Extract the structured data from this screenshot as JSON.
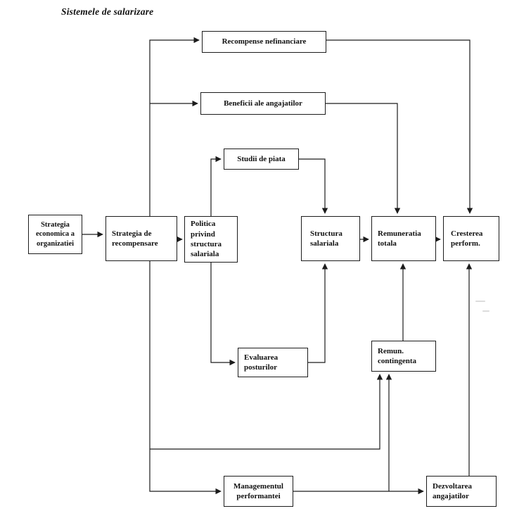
{
  "title": "Sistemele de salarizare",
  "diagram": {
    "nodes": [
      {
        "id": "recompense-nefinanciare",
        "label": "Recompense nefinanciare"
      },
      {
        "id": "beneficii-angajati",
        "label": "Beneficii ale angajatilor"
      },
      {
        "id": "studii-de-piata",
        "label": "Studii de piata"
      },
      {
        "id": "strategia-economica",
        "label": "Strategia\neconomica a\norganizatiei"
      },
      {
        "id": "strategia-de-recompensare",
        "label": "Strategia de\nrecompensare"
      },
      {
        "id": "politica-structura-salariala",
        "label": "Politica\nprivind\nstructura\nsalariala"
      },
      {
        "id": "structura-salariala",
        "label": "Structura\nsalariala"
      },
      {
        "id": "remuneratia-totala",
        "label": "Remuneratia\ntotala"
      },
      {
        "id": "cresterea-performantei",
        "label": "Cresterea\nperform."
      },
      {
        "id": "evaluarea-posturilor",
        "label": "Evaluarea\nposturilor"
      },
      {
        "id": "remuneratia-contingenta",
        "label": "Remun.\ncontingenta"
      },
      {
        "id": "managementul-performantei",
        "label": "Managementul\nperformantei"
      },
      {
        "id": "dezvoltarea-angajatilor",
        "label": "Dezvoltarea\nangajatilor"
      }
    ],
    "edges": [
      {
        "from": "strategia-economica",
        "to": "strategia-de-recompensare"
      },
      {
        "from": "strategia-de-recompensare",
        "to": "politica-structura-salariala"
      },
      {
        "from": "strategia-de-recompensare",
        "to": "recompense-nefinanciare"
      },
      {
        "from": "strategia-de-recompensare",
        "to": "beneficii-angajati"
      },
      {
        "from": "recompense-nefinanciare",
        "to": "cresterea-performantei"
      },
      {
        "from": "beneficii-angajati",
        "to": "remuneratia-totala"
      },
      {
        "from": "politica-structura-salariala",
        "to": "studii-de-piata"
      },
      {
        "from": "studii-de-piata",
        "to": "structura-salariala"
      },
      {
        "from": "politica-structura-salariala",
        "to": "evaluarea-posturilor"
      },
      {
        "from": "evaluarea-posturilor",
        "to": "structura-salariala"
      },
      {
        "from": "structura-salariala",
        "to": "remuneratia-totala"
      },
      {
        "from": "remuneratia-totala",
        "to": "cresterea-performantei"
      },
      {
        "from": "remuneratia-contingenta",
        "to": "remuneratia-totala"
      },
      {
        "from": "strategia-de-recompensare",
        "to": "managementul-performantei"
      },
      {
        "from": "strategia-de-recompensare",
        "to": "remuneratia-contingenta"
      },
      {
        "from": "managementul-performantei",
        "to": "remuneratia-contingenta"
      },
      {
        "from": "managementul-performantei",
        "to": "dezvoltarea-angajatilor"
      },
      {
        "from": "dezvoltarea-angajatilor",
        "to": "cresterea-performantei"
      }
    ],
    "line_color": "#1c1c1c",
    "box_background": "#ffffff"
  }
}
